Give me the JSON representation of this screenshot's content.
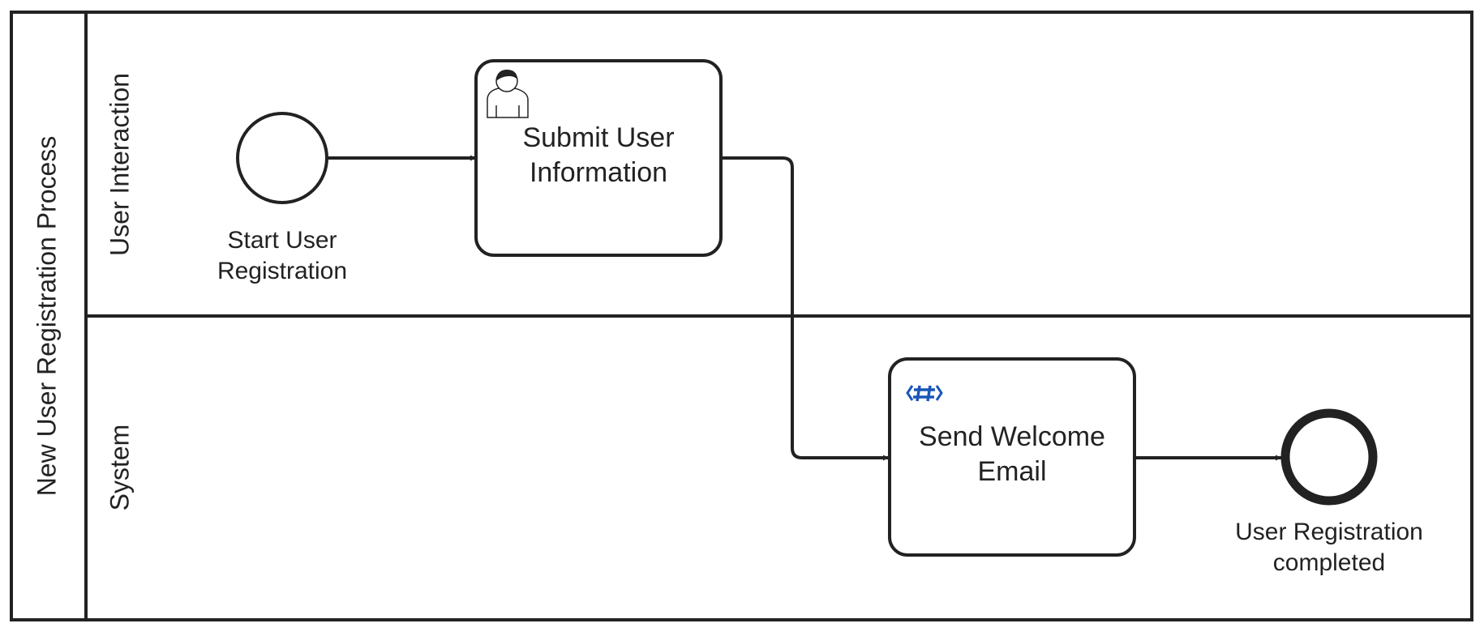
{
  "pool": {
    "label": "New User Registration Process"
  },
  "lanes": [
    {
      "label": "User Interaction"
    },
    {
      "label": "System"
    }
  ],
  "start_event": {
    "label_line1": "Start User",
    "label_line2": "Registration"
  },
  "user_task": {
    "label_line1": "Submit User",
    "label_line2": "Information",
    "icon": "user-icon"
  },
  "script_task": {
    "label_line1": "Send Welcome",
    "label_line2": "Email",
    "icon": "script-icon",
    "icon_color": "#1a56b8"
  },
  "end_event": {
    "label_line1": "User Registration",
    "label_line2": "completed"
  },
  "colors": {
    "stroke": "#222222",
    "background": "#ffffff",
    "accent": "#1a56b8"
  }
}
